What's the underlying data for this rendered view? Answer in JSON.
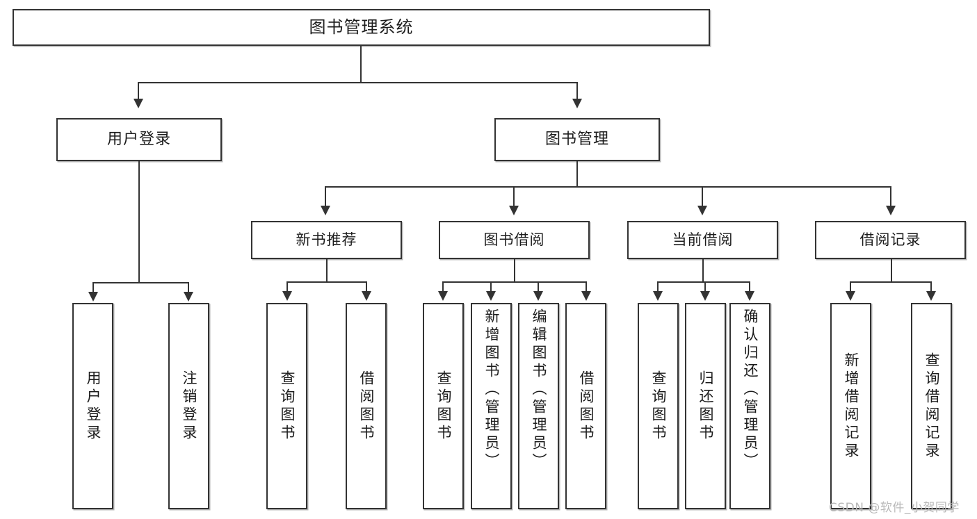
{
  "diagram": {
    "title": "图书管理系统",
    "type": "hierarchy-tree",
    "watermark": "CSDN @软件_小贺同学",
    "colors": {
      "stroke": "#333333",
      "fill": "#ffffff",
      "text": "#1c1c1c",
      "watermark": "#b9b9b9"
    },
    "root": {
      "label": "图书管理系统"
    },
    "level2": [
      {
        "label": "用户登录"
      },
      {
        "label": "图书管理"
      }
    ],
    "level3": [
      {
        "label": "新书推荐"
      },
      {
        "label": "图书借阅"
      },
      {
        "label": "当前借阅"
      },
      {
        "label": "借阅记录"
      }
    ],
    "leaves": {
      "user_login": [
        {
          "label": "用户登录"
        },
        {
          "label": "注销登录"
        }
      ],
      "new_book": [
        {
          "label": "查询图书"
        },
        {
          "label": "借阅图书"
        }
      ],
      "book_borrow": [
        {
          "label": "查询图书"
        },
        {
          "label": "新增图书（管理员）"
        },
        {
          "label": "编辑图书（管理员）"
        },
        {
          "label": "借阅图书"
        }
      ],
      "current_borrow": [
        {
          "label": "查询图书"
        },
        {
          "label": "归还图书"
        },
        {
          "label": "确认归还（管理员）"
        }
      ],
      "borrow_record": [
        {
          "label": "新增借阅记录"
        },
        {
          "label": "查询借阅记录"
        }
      ]
    }
  }
}
